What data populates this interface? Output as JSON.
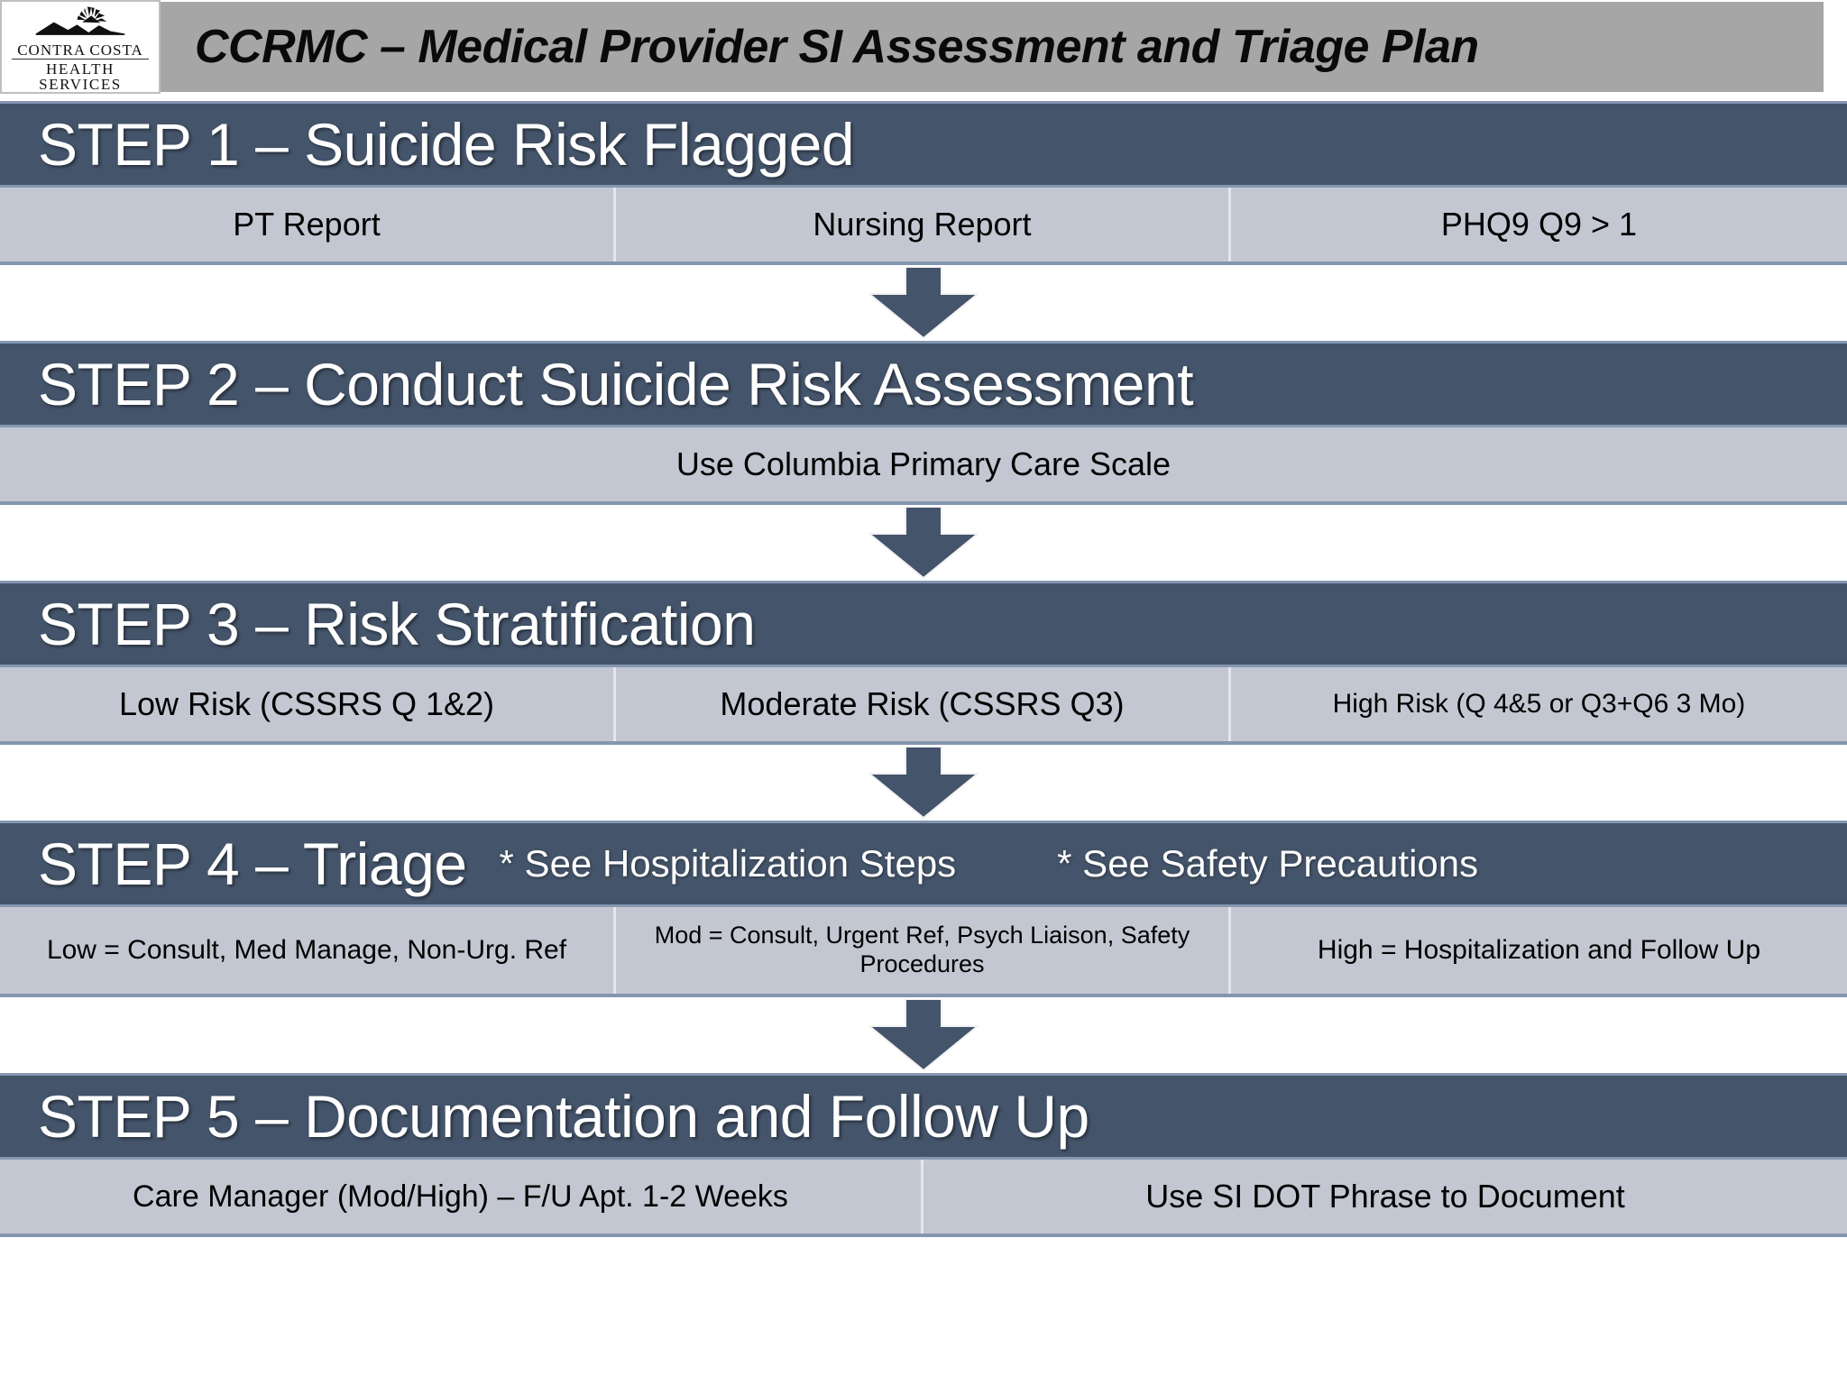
{
  "header": {
    "logo": {
      "icon": "sun-over-mountains-icon",
      "line1": "CONTRA COSTA",
      "line2": "HEALTH SERVICES"
    },
    "title": "CCRMC – Medical Provider SI Assessment and Triage Plan"
  },
  "colors": {
    "step_header_bg": "#44546A",
    "sub_row_bg": "#C3C7D1",
    "title_bar_bg": "#A6A6A6",
    "arrow_fill": "#44546A",
    "border_light": "#8496B0",
    "text_light": "#FFFFFF",
    "text_dark": "#000000"
  },
  "arrow": {
    "icon": "down-arrow-icon",
    "count": 4
  },
  "steps": [
    {
      "id": "step-1",
      "title": "STEP 1 – Suicide Risk Flagged",
      "notes": [],
      "cells": [
        {
          "text": "PT Report",
          "width": "33.35%",
          "size": "fs-36"
        },
        {
          "text": "Nursing Report",
          "width": "33.30%",
          "size": "fs-36"
        },
        {
          "text": "PHQ9 Q9 > 1",
          "width": "33.35%",
          "size": "fs-36"
        }
      ]
    },
    {
      "id": "step-2",
      "title": "STEP 2 – Conduct Suicide Risk Assessment",
      "notes": [],
      "cells": [
        {
          "text": "Use Columbia Primary Care Scale",
          "width": "100%",
          "size": "fs-36"
        }
      ]
    },
    {
      "id": "step-3",
      "title": "STEP 3 – Risk Stratification",
      "notes": [],
      "cells": [
        {
          "text": "Low Risk (CSSRS Q 1&2)",
          "width": "33.35%",
          "size": "fs-36"
        },
        {
          "text": "Moderate Risk (CSSRS Q3)",
          "width": "33.30%",
          "size": "fs-36"
        },
        {
          "text": "High Risk (Q 4&5 or Q3+Q6 3 Mo)",
          "width": "33.35%",
          "size": "fs-30"
        }
      ]
    },
    {
      "id": "step-4",
      "title": "STEP 4 – Triage",
      "notes": [
        "* See Hospitalization Steps",
        "* See Safety Precautions"
      ],
      "cells": [
        {
          "text": "Low = Consult, Med Manage, Non-Urg. Ref",
          "width": "33.35%",
          "size": "fs-30"
        },
        {
          "text": "Mod = Consult, Urgent Ref, Psych Liaison, Safety Procedures",
          "width": "33.30%",
          "size": "fs-27"
        },
        {
          "text": "High = Hospitalization and Follow Up",
          "width": "33.35%",
          "size": "fs-30"
        }
      ]
    },
    {
      "id": "step-5",
      "title": "STEP 5 – Documentation and Follow Up",
      "notes": [],
      "cells": [
        {
          "text": "Care Manager (Mod/High) – F/U Apt. 1-2 Weeks",
          "width": "50%",
          "size": "fs-34"
        },
        {
          "text": "Use SI DOT Phrase to Document",
          "width": "50%",
          "size": "fs-36"
        }
      ]
    }
  ]
}
